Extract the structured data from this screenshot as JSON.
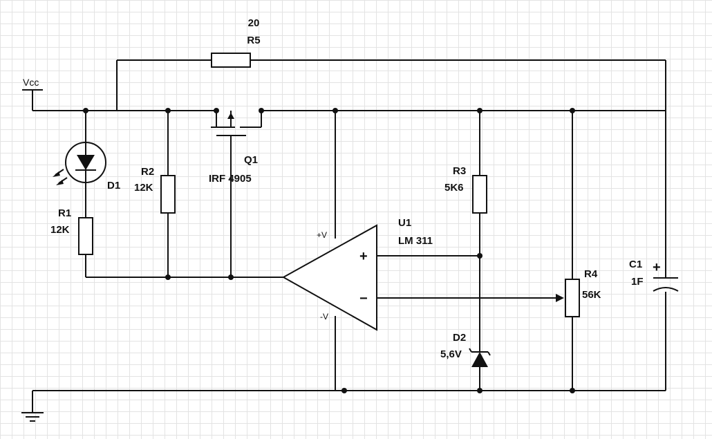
{
  "supply": {
    "vcc": "Vcc"
  },
  "r5": {
    "value": "20",
    "ref": "R5"
  },
  "q1": {
    "ref": "Q1",
    "part": "IRF 4905"
  },
  "d1": {
    "ref": "D1"
  },
  "r1": {
    "ref": "R1",
    "value": "12K"
  },
  "r2": {
    "ref": "R2",
    "value": "12K"
  },
  "r3": {
    "ref": "R3",
    "value": "5K6"
  },
  "u1": {
    "ref": "U1",
    "part": "LM 311",
    "pin_vplus": "+V",
    "pin_vminus": "-V",
    "in_plus": "+",
    "in_minus": "−"
  },
  "d2": {
    "ref": "D2",
    "value": "5,6V"
  },
  "r4": {
    "ref": "R4",
    "value": "56K"
  },
  "c1": {
    "ref": "C1",
    "value": "1F",
    "polarity": "+"
  },
  "colors": {
    "wire": "#111111",
    "grid": "#e3e3e3",
    "background": "#ffffff"
  }
}
